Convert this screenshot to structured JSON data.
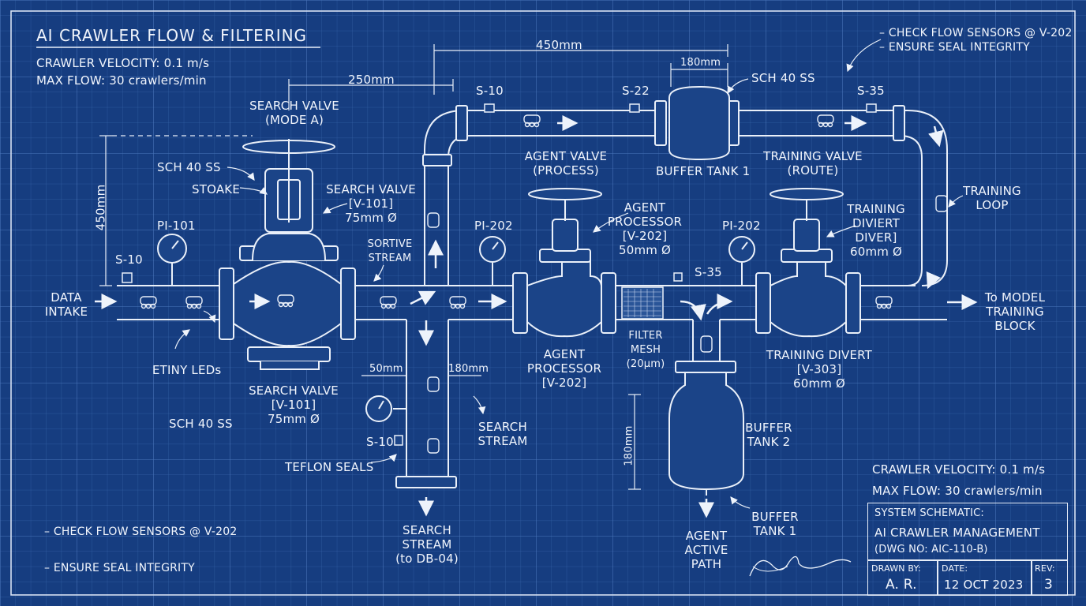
{
  "title": "AI CRAWLER FLOW & FILTERING",
  "specs_top": {
    "velocity": "CRAWLER VELOCITY: 0.1 m/s",
    "flow": "MAX FLOW: 30 crawlers/min"
  },
  "specs_right": {
    "velocity": "CRAWLER VELOCITY: 0.1 m/s",
    "flow": "MAX FLOW: 30 crawlers/min"
  },
  "notes_top": [
    "– CHECK FLOW SENSORS @ V-202",
    "– ENSURE SEAL INTEGRITY"
  ],
  "notes_bottom": [
    "– CHECK FLOW SENSORS @ V-202",
    "– ENSURE SEAL INTEGRITY"
  ],
  "dimensions": {
    "d450_top": "450mm",
    "d250": "250mm",
    "d180_top": "180mm",
    "d450_left": "450mm",
    "d50": "50mm",
    "d180_mid": "180mm",
    "d180_tank": "180mm"
  },
  "sensors": {
    "s10_left": "S-10",
    "pi101": "PI-101",
    "s10_top": "S-10",
    "s22": "S-22",
    "s35_top": "S-35",
    "pi202_left": "PI-202",
    "pi202_right": "PI-202",
    "s35_mid": "S-35",
    "s10_down": "S-10"
  },
  "labels": {
    "data_intake": [
      "DATA",
      "INTAKE"
    ],
    "search_valve_top": [
      "SEARCH VALVE",
      "(MODE A)"
    ],
    "sch40_top_left": "SCH 40 SS",
    "stoake": "STOAKE",
    "search_valve_right": [
      "SEARCH VALVE",
      "[V-101]",
      "75mm Ø"
    ],
    "sortive": [
      "SORTIVE",
      "STREAM"
    ],
    "sch40_top_mid": "SCH 40 SS",
    "agent_valve": [
      "AGENT VALVE",
      "(PROCESS)"
    ],
    "buffer_tank_1": "BUFFER TANK 1",
    "training_valve": [
      "TRAINING VALVE",
      "(ROUTE)"
    ],
    "training_loop": [
      "TRAINING",
      "LOOP"
    ],
    "agent_processor_top": [
      "AGENT",
      "PROCESSOR",
      "[V-202]",
      "50mm Ø"
    ],
    "training_diviert": [
      "TRAINING",
      "DIVIERT",
      "DIVER]",
      "60mm Ø"
    ],
    "to_model": [
      "To MODEL",
      "TRAINING",
      "BLOCK"
    ],
    "etiny": "ETINY LEDs",
    "search_valve_bottom": [
      "SEARCH VALVE",
      "[V-101]",
      "75mm Ø"
    ],
    "sch40_bottom": "SCH 40 SS",
    "agent_processor_bottom": [
      "AGENT",
      "PROCESSOR",
      "[V-202]"
    ],
    "filter_mesh": [
      "FILTER",
      "MESH",
      "(20μm)"
    ],
    "training_divert": [
      "TRAINING DIVERT",
      "[V-303]",
      "60mm Ø"
    ],
    "search_stream_right": [
      "SEARCH",
      "STREAM"
    ],
    "teflon": "TEFLON SEALS",
    "buffer_tank_2": [
      "BUFFER",
      "TANK 2"
    ],
    "search_stream_bottom": [
      "SEARCH",
      "STREAM",
      "(to DB-04)"
    ],
    "agent_active": [
      "AGENT",
      "ACTIVE",
      "PATH"
    ],
    "buffer_tank_1_bottom": [
      "BUFFER",
      "TANK 1"
    ]
  },
  "title_block": {
    "system_label": "SYSTEM SCHEMATIC:",
    "system_name": "AI CRAWLER MANAGEMENT",
    "dwg": "(DWG NO: AIC-110-B)",
    "drawn_by_label": "DRAWN BY:",
    "drawn_by": "A. R.",
    "date_label": "DATE:",
    "date": "12 OCT 2023",
    "rev_label": "REV:",
    "rev": "3"
  },
  "colors": {
    "background": "#163d80",
    "grid": "#3a64a8",
    "line": "#e8eef8"
  }
}
